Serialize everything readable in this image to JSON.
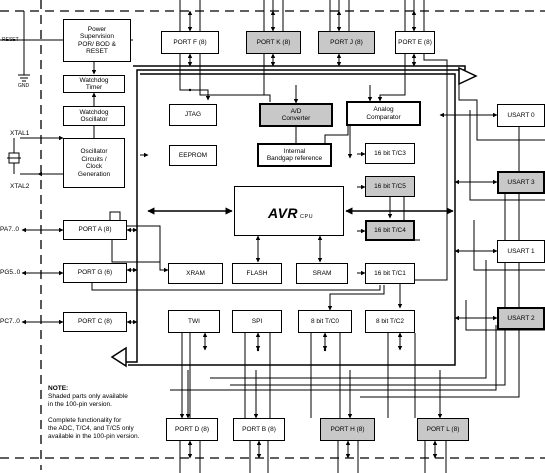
{
  "blocks": {
    "power": "Power\nSupervision\nPOR/ BOD &\nRESET",
    "watchdog_timer": "Watchdog\nTimer",
    "watchdog_osc": "Watchdog\nOscillator",
    "oscillator": "Oscillator\nCircuits /\nClock\nGeneration",
    "port_f": "PORT F (8)",
    "port_k": "PORT K (8)",
    "port_j": "PORT J (8)",
    "port_e": "PORT E (8)",
    "jtag": "JTAG",
    "adc": "A/D\nConverter",
    "analog_comp": "Analog\nComparator",
    "usart0": "USART 0",
    "eeprom": "EEPROM",
    "bandgap": "Internal\nBandgap reference",
    "tc3": "16 bit T/C3",
    "tc5": "16 bit T/C5",
    "usart3": "USART 3",
    "cpu_label": "CPU",
    "cpu_logo": "AVR",
    "tc4": "16 bit T/C4",
    "usart1": "USART 1",
    "port_a": "PORT A (8)",
    "port_g": "PORT G (6)",
    "xram": "XRAM",
    "flash": "FLASH",
    "sram": "SRAM",
    "tc1": "16 bit T/C1",
    "usart2": "USART 2",
    "port_c": "PORT C (8)",
    "twi": "TWI",
    "spi": "SPI",
    "tc0": "8 bit T/C0",
    "tc2": "8 bit T/C2",
    "port_d": "PORT D (8)",
    "port_b": "PORT B (8)",
    "port_h": "PORT H (8)",
    "port_l": "PORT L (8)"
  },
  "pins": {
    "reset": "RESET",
    "gnd": "GND",
    "xtal1": "XTAL1",
    "xtal2": "XTAL2",
    "pa": "PA7..0",
    "pg": "PG5..0",
    "pc": "PC7..0"
  },
  "note": {
    "title": "NOTE:",
    "line1": "Shaded parts only available",
    "line2": "in the 100-pin version.",
    "line3": "Complete functionality for",
    "line4": "the ADC, T/C4, and T/C5 only",
    "line5": "available in the 100-pin version."
  },
  "colors": {
    "shaded": "#c8c8c8",
    "line": "#000000"
  }
}
